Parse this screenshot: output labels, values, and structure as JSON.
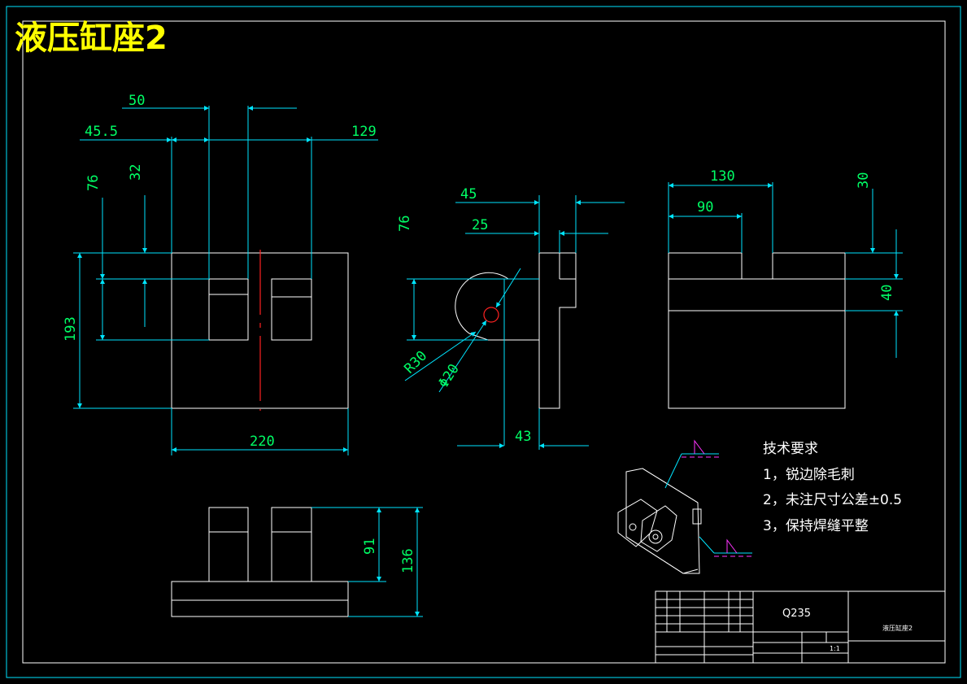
{
  "title": "液压缸座2",
  "colors": {
    "background": "#000000",
    "outline": "#ffffff",
    "dimension_line": "#00e5ff",
    "dimension_text": "#00ff66",
    "title": "#ffff00",
    "centerline": "#ff2222",
    "weld_symbol": "#ff33ff"
  },
  "dimensions": {
    "front": {
      "d50": "50",
      "d45_5": "45.5",
      "d129": "129",
      "d76": "76",
      "d32": "32",
      "d193": "193",
      "d220": "220"
    },
    "side": {
      "d45": "45",
      "d25": "25",
      "d76": "76",
      "r30": "R30",
      "phi20": "Φ20",
      "d43": "43"
    },
    "right": {
      "d130": "130",
      "d90": "90",
      "d30": "30",
      "d40": "40"
    },
    "bottom": {
      "d91": "91",
      "d136": "136"
    }
  },
  "notes": {
    "heading": "技术要求",
    "items": [
      "1，锐边除毛刺",
      "2，未注尺寸公差±0.5",
      "3，保持焊缝平整"
    ]
  },
  "title_block": {
    "material": "Q235",
    "part_name": "液压缸座2",
    "scale": "1:1"
  }
}
